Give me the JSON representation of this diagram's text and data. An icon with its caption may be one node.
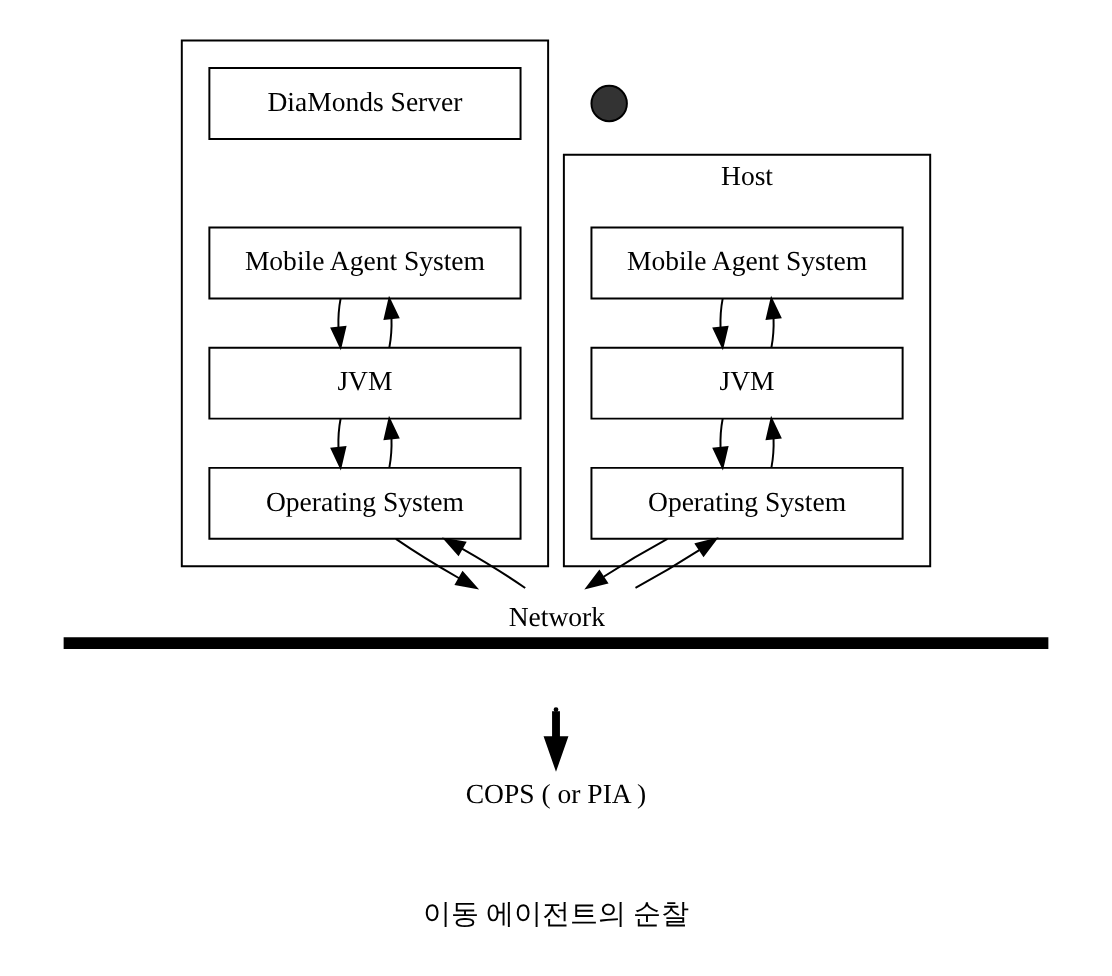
{
  "diagram": {
    "nodes": [
      {
        "text": [],
        "shape": "box"
      },
      {
        "text": [
          "DiaMonds Server"
        ],
        "in": 0
      },
      {
        "text": [
          "Mobile Agent System"
        ],
        "in": 0
      },
      {
        "text": [
          "JVM"
        ],
        "in": 0
      },
      {
        "text": [
          "Operating System"
        ],
        "in": 0
      },
      {
        "text": [
          "Host"
        ]
      },
      {
        "text": [
          "Mobile Agent System"
        ],
        "in": 5
      },
      {
        "text": [
          "JVM"
        ],
        "in": 5
      },
      {
        "text": [
          "Operating System"
        ],
        "in": 5
      },
      {
        "text": [],
        "shape": "bar",
        "beside": [
          "Network"
        ]
      },
      {
        "text": [
          "COPS ( or PIA )"
        ]
      },
      {
        "text": [],
        "shape": "circle"
      }
    ],
    "edges": [
      {
        "from": 2,
        "to": 3,
        "arrow": "to"
      },
      {
        "from": 3,
        "to": 2,
        "arrow": "to"
      },
      {
        "from": 3,
        "to": 4,
        "arrow": "to"
      },
      {
        "from": 4,
        "to": 3,
        "arrow": "to"
      },
      {
        "from": 4,
        "to": 9,
        "arrow": "to"
      },
      {
        "from": 9,
        "to": 4,
        "arrow": "to"
      },
      {
        "from": 6,
        "to": 7,
        "arrow": "to"
      },
      {
        "from": 7,
        "to": 6,
        "arrow": "to"
      },
      {
        "from": 7,
        "to": 8,
        "arrow": "to"
      },
      {
        "from": 8,
        "to": 7,
        "arrow": "to"
      },
      {
        "from": 8,
        "to": 9,
        "arrow": "to"
      },
      {
        "from": 9,
        "to": 8,
        "arrow": "to"
      },
      {
        "from": null,
        "to": 10,
        "arrow": "to",
        "style": "thick"
      }
    ],
    "labels": [
      "이동 에이전트의 순찰"
    ]
  }
}
